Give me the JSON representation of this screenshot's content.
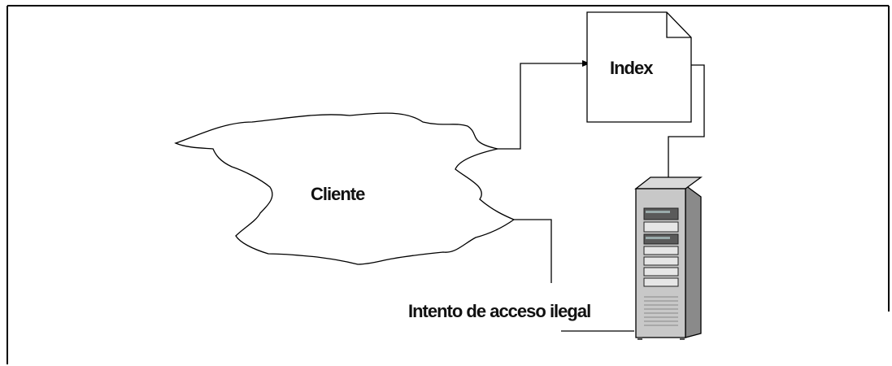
{
  "diagram": {
    "client_label": "Cliente",
    "document_label": "Index",
    "illegal_access_label": "Intento de acceso ilegal"
  },
  "icons": {
    "client": "cloud-icon",
    "document": "document-icon",
    "server": "server-tower-icon"
  },
  "colors": {
    "line": "#000000",
    "server_body": "#c8c8c8",
    "server_panel": "#5a5a5a",
    "background": "#ffffff"
  }
}
